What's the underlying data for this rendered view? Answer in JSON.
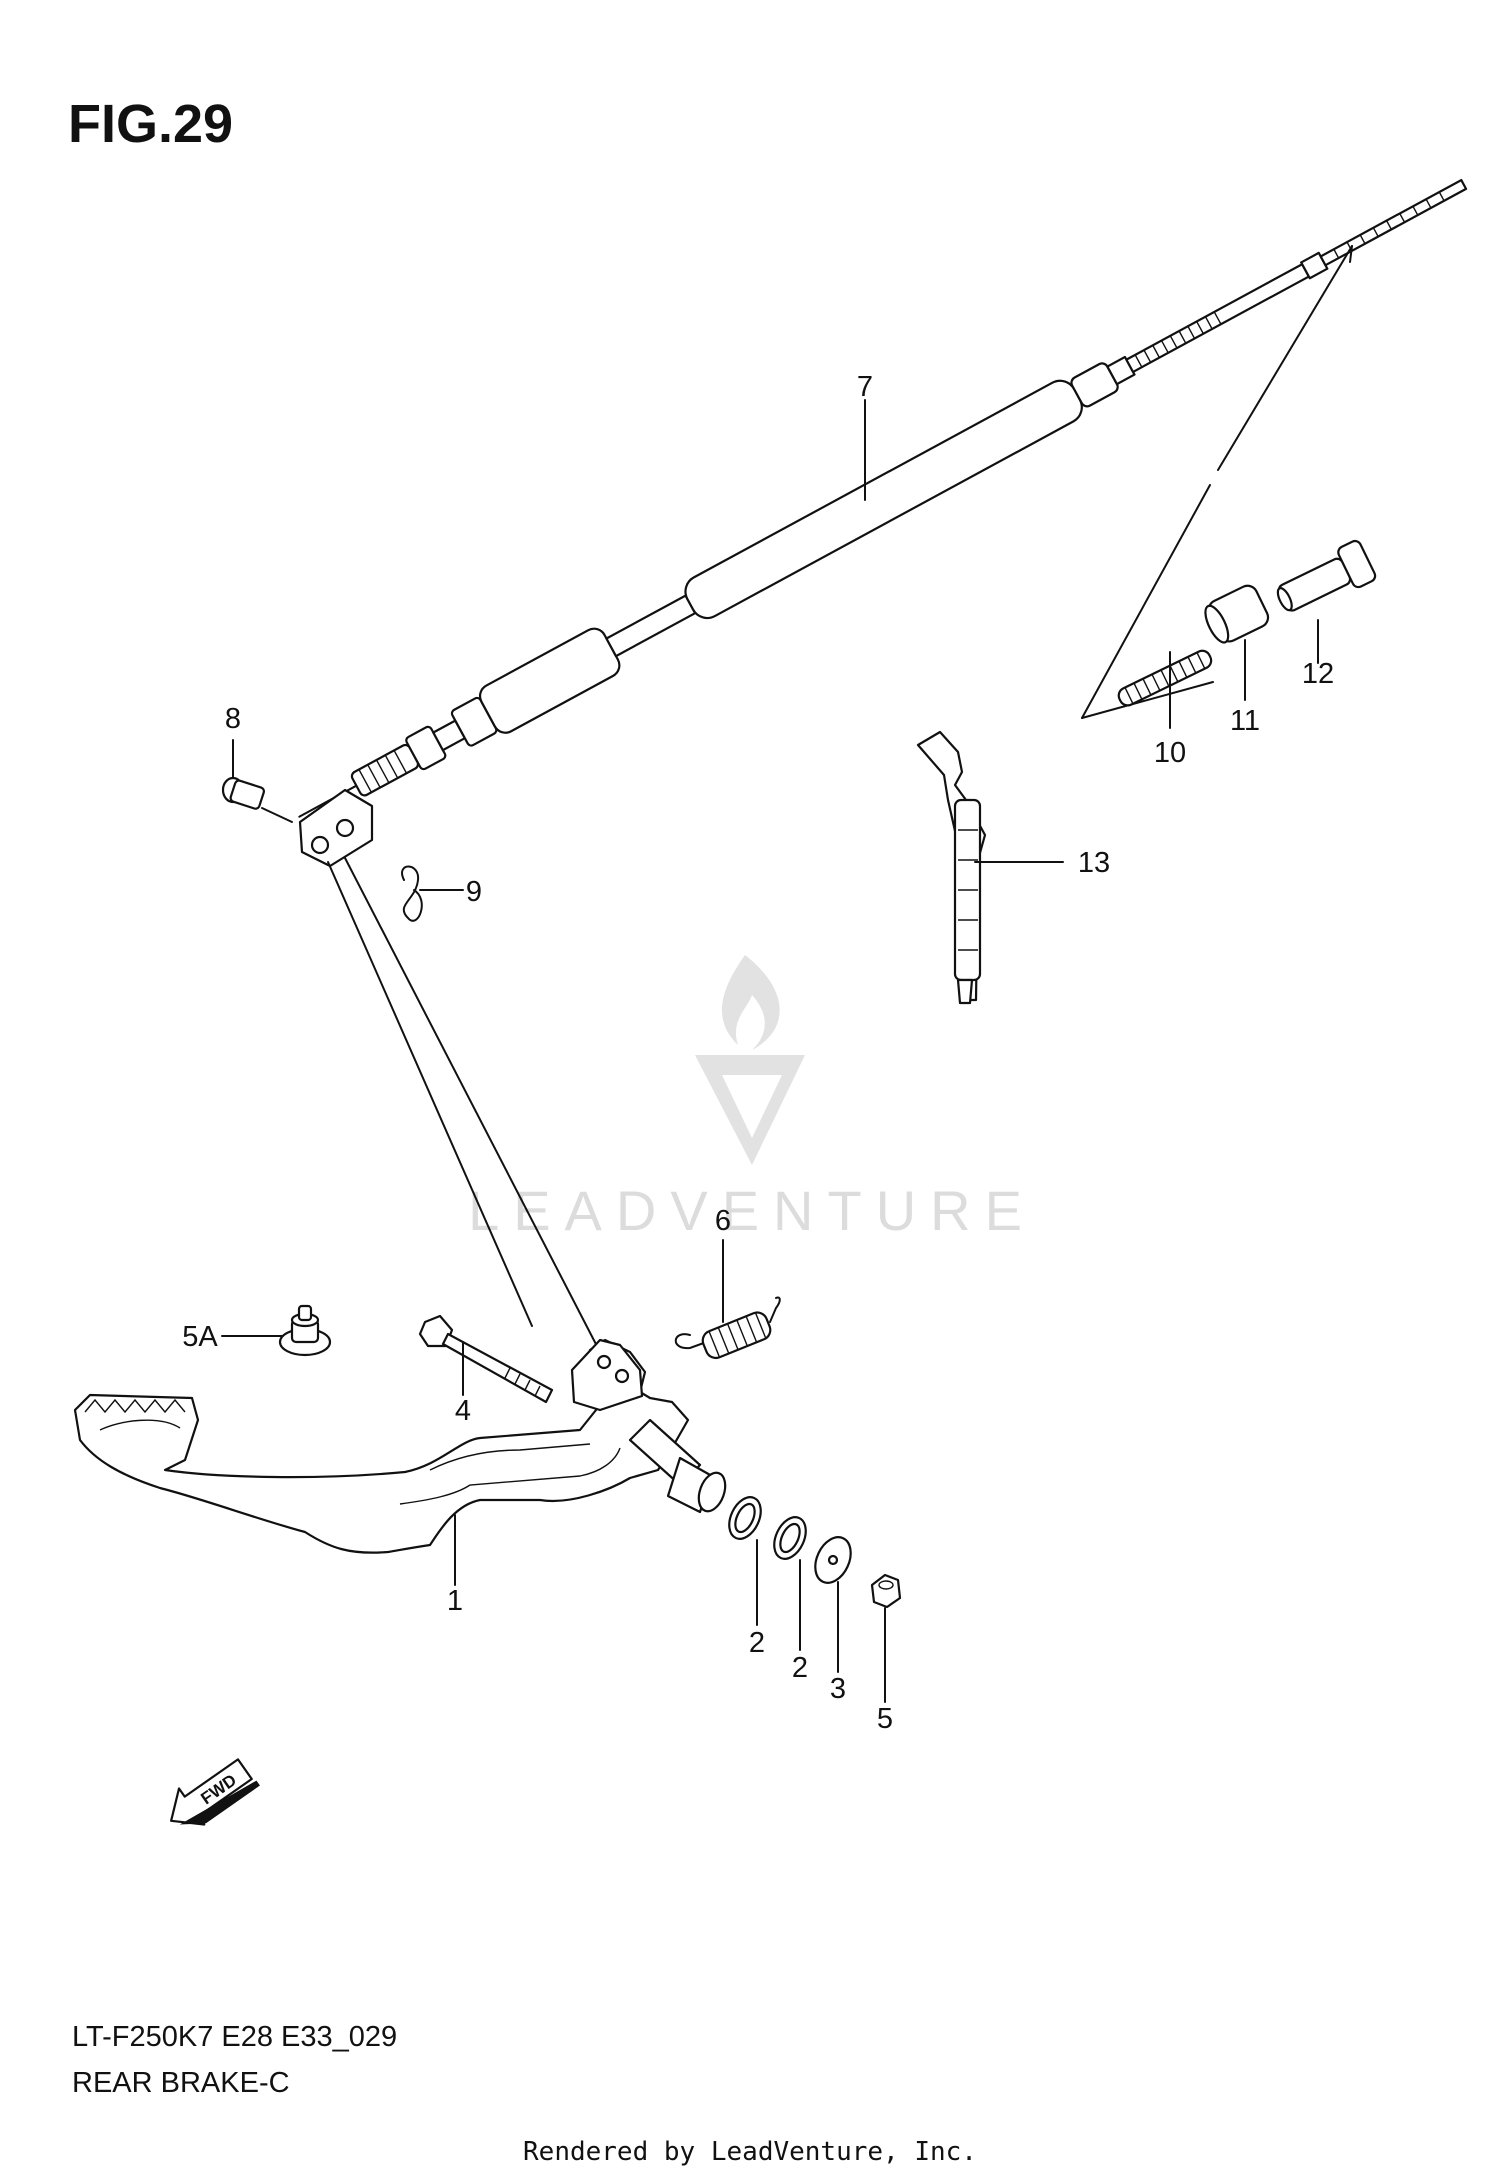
{
  "figure": {
    "title": "FIG.29"
  },
  "callouts": [
    {
      "id": "1",
      "label": "1"
    },
    {
      "id": "2a",
      "label": "2"
    },
    {
      "id": "2b",
      "label": "2"
    },
    {
      "id": "3",
      "label": "3"
    },
    {
      "id": "4",
      "label": "4"
    },
    {
      "id": "5",
      "label": "5"
    },
    {
      "id": "5A",
      "label": "5A"
    },
    {
      "id": "6",
      "label": "6"
    },
    {
      "id": "7",
      "label": "7"
    },
    {
      "id": "8",
      "label": "8"
    },
    {
      "id": "9",
      "label": "9"
    },
    {
      "id": "10",
      "label": "10"
    },
    {
      "id": "11",
      "label": "11"
    },
    {
      "id": "12",
      "label": "12"
    },
    {
      "id": "13",
      "label": "13"
    }
  ],
  "fwd_arrow_label": "FWD",
  "watermark": {
    "text": "LEADVENTURE"
  },
  "caption": {
    "model_code": "LT-F250K7 E28 E33_029",
    "section_name": "REAR BRAKE-C"
  },
  "footer": {
    "rendered_by": "Rendered by LeadVenture, Inc."
  },
  "colors": {
    "ink": "#111111",
    "background": "#ffffff",
    "watermark": "#dcdcdc"
  }
}
